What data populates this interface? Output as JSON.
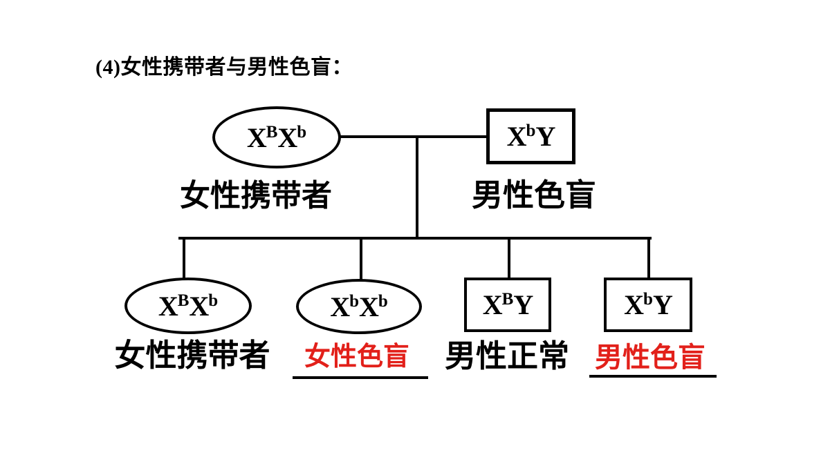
{
  "title": "(4)女性携带者与男性色盲：",
  "colors": {
    "line_black": "#000000",
    "accent_red": "#e2201a",
    "background": "#ffffff"
  },
  "parents": {
    "mother": {
      "shape": "ellipse",
      "genotype": [
        [
          "X",
          "B"
        ],
        [
          "X",
          "b"
        ]
      ],
      "label": "女性携带者",
      "label_color": "#000000"
    },
    "father": {
      "shape": "rect",
      "genotype": [
        [
          "X",
          "b"
        ],
        [
          "Y",
          ""
        ]
      ],
      "label": "男性色盲",
      "label_color": "#000000"
    }
  },
  "children": [
    {
      "shape": "ellipse",
      "genotype": [
        [
          "X",
          "B"
        ],
        [
          "X",
          "b"
        ]
      ],
      "label": "女性携带者",
      "label_color": "#000000",
      "underlined": false
    },
    {
      "shape": "ellipse",
      "genotype": [
        [
          "X",
          "b"
        ],
        [
          "X",
          "b"
        ]
      ],
      "label": "女性色盲",
      "label_color": "#e2201a",
      "underlined": true
    },
    {
      "shape": "rect",
      "genotype": [
        [
          "X",
          "B"
        ],
        [
          "Y",
          ""
        ]
      ],
      "label": "男性正常",
      "label_color": "#000000",
      "underlined": false
    },
    {
      "shape": "rect",
      "genotype": [
        [
          "X",
          "b"
        ],
        [
          "Y",
          ""
        ]
      ],
      "label": "男性色盲",
      "label_color": "#e2201a",
      "underlined": true
    }
  ]
}
